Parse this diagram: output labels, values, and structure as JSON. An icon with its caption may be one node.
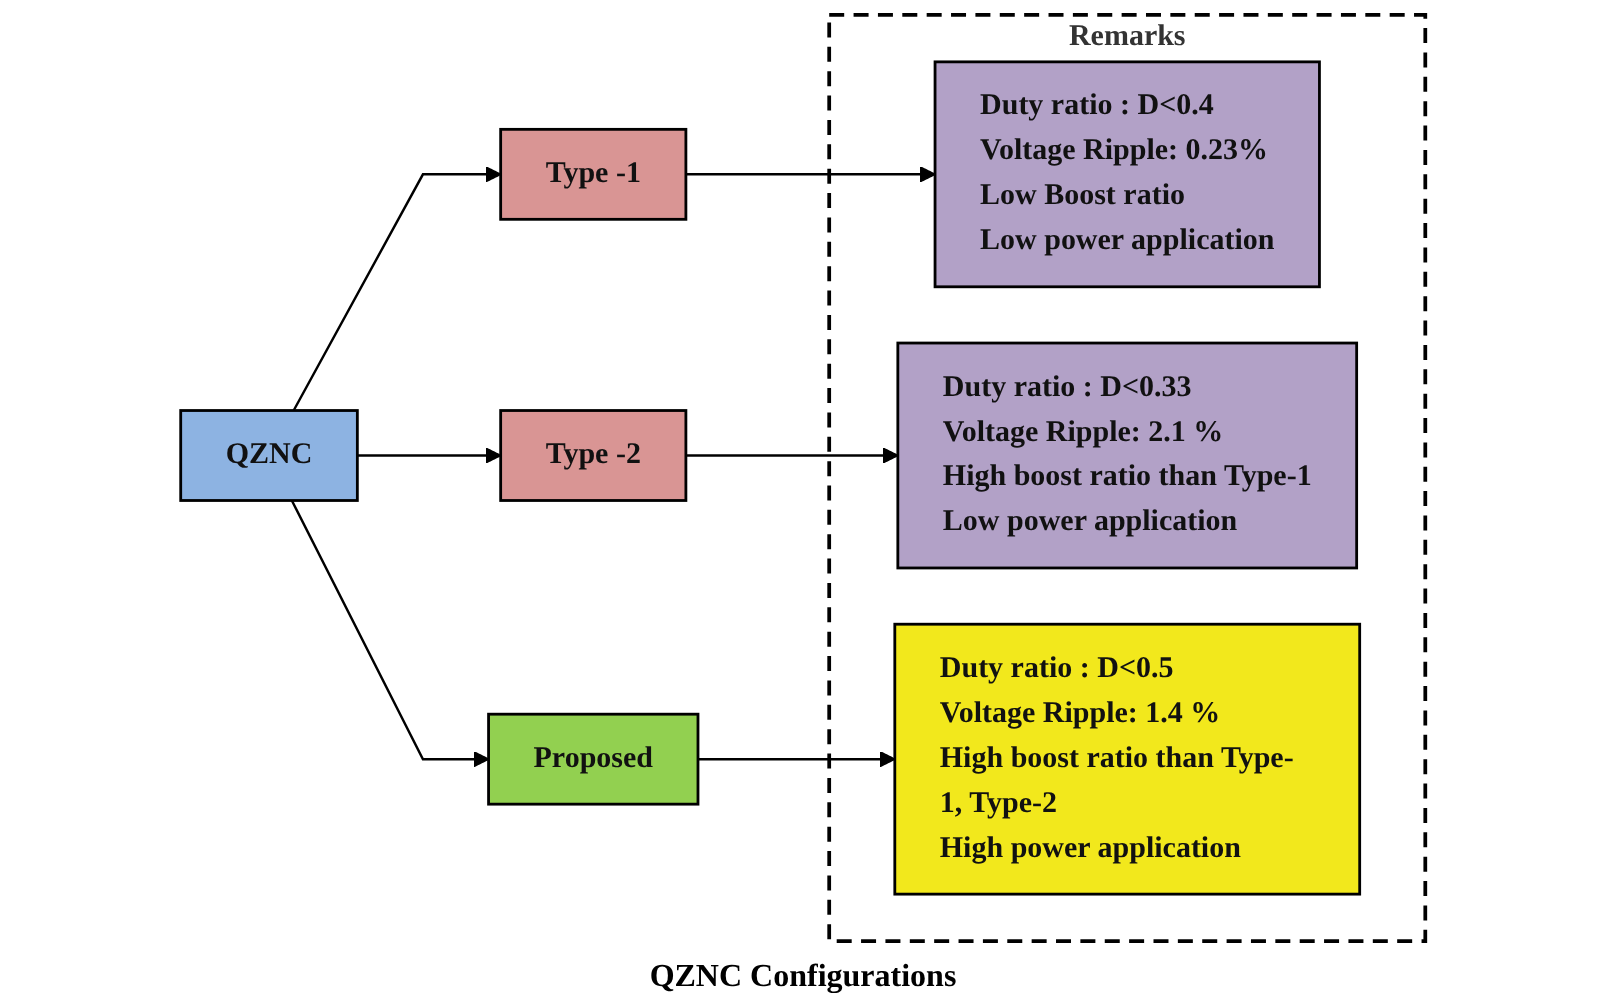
{
  "diagram": {
    "nodes": [
      {
        "text": [
          "QZNC"
        ]
      },
      {
        "text": [
          "Type -1"
        ]
      },
      {
        "text": [
          "Type -2"
        ]
      },
      {
        "text": [
          "Proposed"
        ]
      },
      {
        "text": [
          "Remarks"
        ]
      },
      {
        "text": [
          "Duty ratio : D<0.4",
          "Voltage Ripple: 0.23%",
          "Low Boost ratio",
          "Low power application"
        ],
        "in": 4
      },
      {
        "text": [
          "Duty ratio : D<0.33",
          "Voltage Ripple: 2.1 %",
          "High boost ratio than Type-1",
          "Low power application"
        ],
        "in": 4
      },
      {
        "text": [
          "Duty ratio : D<0.5",
          "Voltage Ripple: 1.4 %",
          "High boost ratio than Type-1, Type-2",
          "High power application"
        ],
        "in": 4
      }
    ],
    "edges": [
      {
        "from": 0,
        "to": 1,
        "arrow": "to"
      },
      {
        "from": 0,
        "to": 2,
        "arrow": "to"
      },
      {
        "from": 0,
        "to": 3,
        "arrow": "to"
      },
      {
        "from": 1,
        "to": 5,
        "arrow": "to"
      },
      {
        "from": 2,
        "to": 6,
        "arrow": "to"
      },
      {
        "from": 3,
        "to": 7,
        "arrow": "to"
      }
    ],
    "labels": [
      "QZNC Configurations"
    ]
  }
}
